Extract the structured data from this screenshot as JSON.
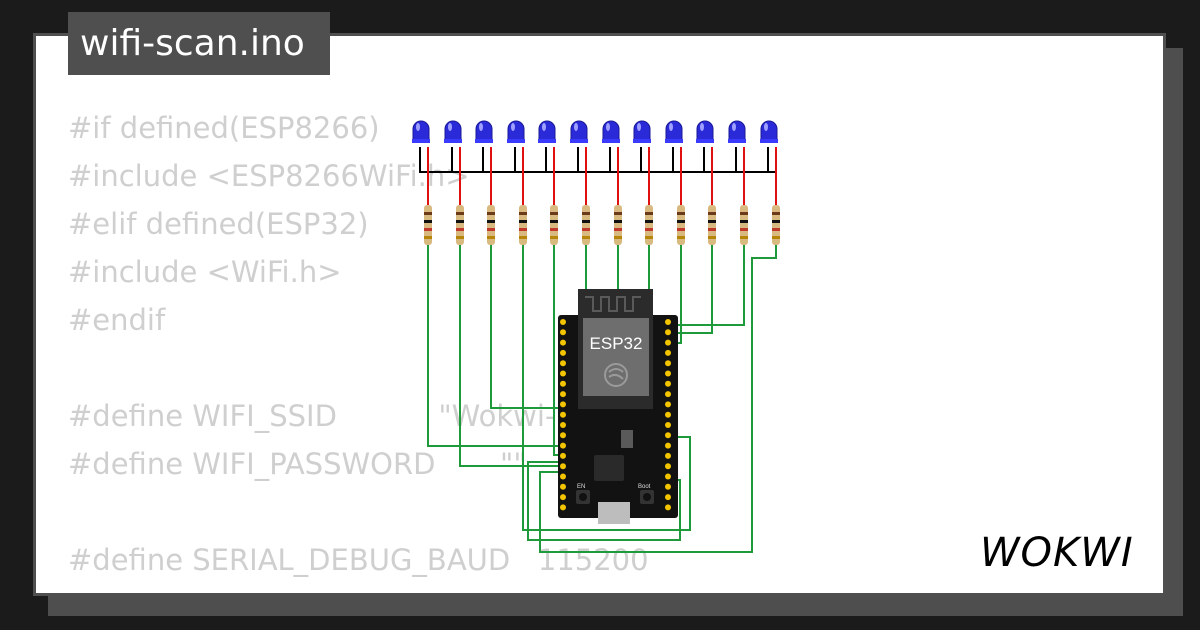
{
  "file": {
    "name": "wifi-scan.ino"
  },
  "code_lines": [
    "#if defined(ESP8266)",
    "#include <ESP8266WiFi.h>",
    "#elif defined(ESP32)",
    "#include <WiFi.h>",
    "#endif",
    "",
    "#define WIFI_SSID           \"Wokwi-GUEST\"",
    "#define WIFI_PASSWORD       \"\"",
    "",
    "#define SERIAL_DEBUG_BAUD   115200"
  ],
  "board": {
    "label": "ESP32",
    "en_label": "EN",
    "boot_label": "Boot"
  },
  "led_count": 12,
  "brand": {
    "name": "WOKWI"
  },
  "colors": {
    "led": "#2a2ad8",
    "wire_gnd": "#000000",
    "wire_led": "#e01010",
    "wire_gpio": "#1f9a3a",
    "board": "#121212",
    "pin": "#f2c500"
  }
}
